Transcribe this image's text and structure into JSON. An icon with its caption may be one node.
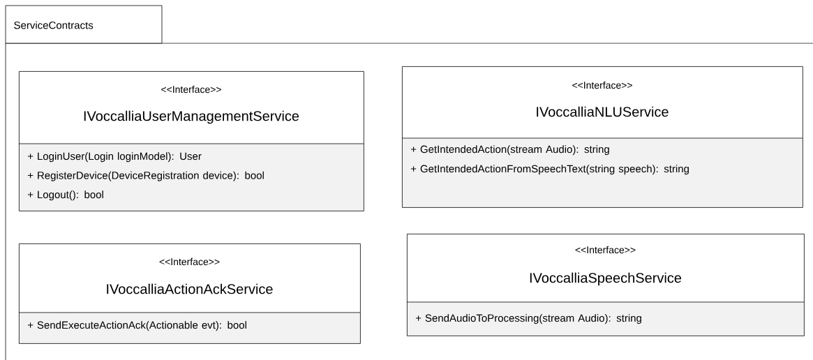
{
  "diagram": {
    "nodes": [
      {
        "text": [
          "ServiceContracts"
        ]
      },
      {
        "text": [
          "<<Interface>>",
          "IVoccalliaUserManagementService",
          "+ LoginUser(Login loginModel): User",
          "+ RegisterDevice(DeviceRegistration device): bool",
          "+ Logout(): bool"
        ],
        "in": 0
      },
      {
        "text": [
          "<<Interface>>",
          "IVoccalliaNLUService",
          "+ GetIntendedAction(stream Audio): string",
          "+ GetIntendedActionFromSpeechText(string speech): string"
        ],
        "in": 0
      },
      {
        "text": [
          "<<Interface>>",
          "IVoccalliaActionAckService",
          "+ SendExecuteActionAck(Actionable evt): bool"
        ],
        "in": 0
      },
      {
        "text": [
          "<<Interface>>",
          "IVoccalliaSpeechService",
          "+ SendAudioToProcessing(stream Audio): string"
        ],
        "in": 0
      }
    ]
  }
}
